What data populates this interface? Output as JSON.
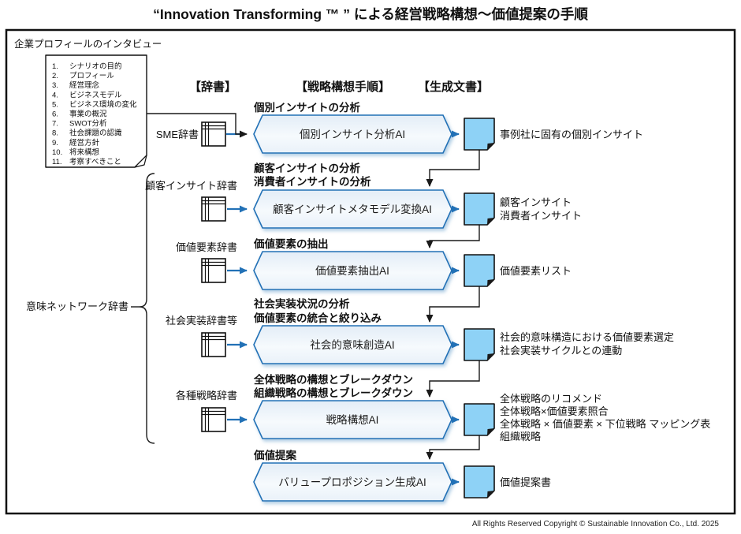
{
  "title": "“Innovation Transforming ™ ”  による経営戦略構想～価値提案の手順",
  "footer": "All Rights Reserved Copyright © Sustainable Innovation  Co., Ltd. 2025",
  "interview": {
    "label": "企業プロフィールのインタビュー",
    "items": [
      {
        "n": "1.",
        "t": "シナリオの目的"
      },
      {
        "n": "2.",
        "t": "プロフィール"
      },
      {
        "n": "3.",
        "t": "経営理念"
      },
      {
        "n": "4.",
        "t": "ビジネスモデル"
      },
      {
        "n": "5.",
        "t": "ビジネス環境の変化"
      },
      {
        "n": "6.",
        "t": "事業の概況"
      },
      {
        "n": "7.",
        "t": "SWOT分析"
      },
      {
        "n": "8.",
        "t": "社会課題の認識"
      },
      {
        "n": "9.",
        "t": "経営方針"
      },
      {
        "n": "10.",
        "t": "将来構想"
      },
      {
        "n": "11.",
        "t": "考察すべきこと"
      }
    ]
  },
  "headers": {
    "dict": "【辞書】",
    "proc": "【戦略構想手順】",
    "docs": "【生成文書】"
  },
  "semantic_dictionary_label": "意味ネットワーク辞書",
  "rows": [
    {
      "dict": "SME辞書",
      "titles": [
        "個別インサイトの分析"
      ],
      "ai": "個別インサイト分析AI",
      "outputs": [
        "事例社に固有の個別インサイト"
      ]
    },
    {
      "dict": "顧客インサイト辞書",
      "titles": [
        "顧客インサイトの分析",
        "消費者インサイトの分析"
      ],
      "ai": "顧客インサイトメタモデル変換AI",
      "outputs": [
        "顧客インサイト",
        "消費者インサイト"
      ]
    },
    {
      "dict": "価値要素辞書",
      "titles": [
        "価値要素の抽出"
      ],
      "ai": "価値要素抽出AI",
      "outputs": [
        "価値要素リスト"
      ]
    },
    {
      "dict": "社会実装辞書等",
      "titles": [
        "社会実装状況の分析",
        "価値要素の統合と絞り込み"
      ],
      "ai": "社会的意味創造AI",
      "outputs": [
        "社会的意味構造における価値要素選定",
        "社会実装サイクルとの連動"
      ]
    },
    {
      "dict": "各種戦略辞書",
      "titles": [
        "全体戦略の構想とブレークダウン",
        "組織戦略の構想とブレークダウン"
      ],
      "ai": "戦略構想AI",
      "outputs": [
        "全体戦略のリコメンド",
        "全体戦略×価値要素照合",
        "全体戦略 × 価値要素 × 下位戦略 マッピング表",
        "組織戦略"
      ]
    },
    {
      "titles": [
        "価値提案"
      ],
      "ai": "バリュープロポジション生成AI",
      "outputs": [
        "価値提案書"
      ]
    }
  ],
  "colors": {
    "accent_blue": "#2271B6",
    "hexagon_fill": "#EDF4FA",
    "document_fill": "#8ED2F6",
    "line_black": "#1A1A1A"
  }
}
